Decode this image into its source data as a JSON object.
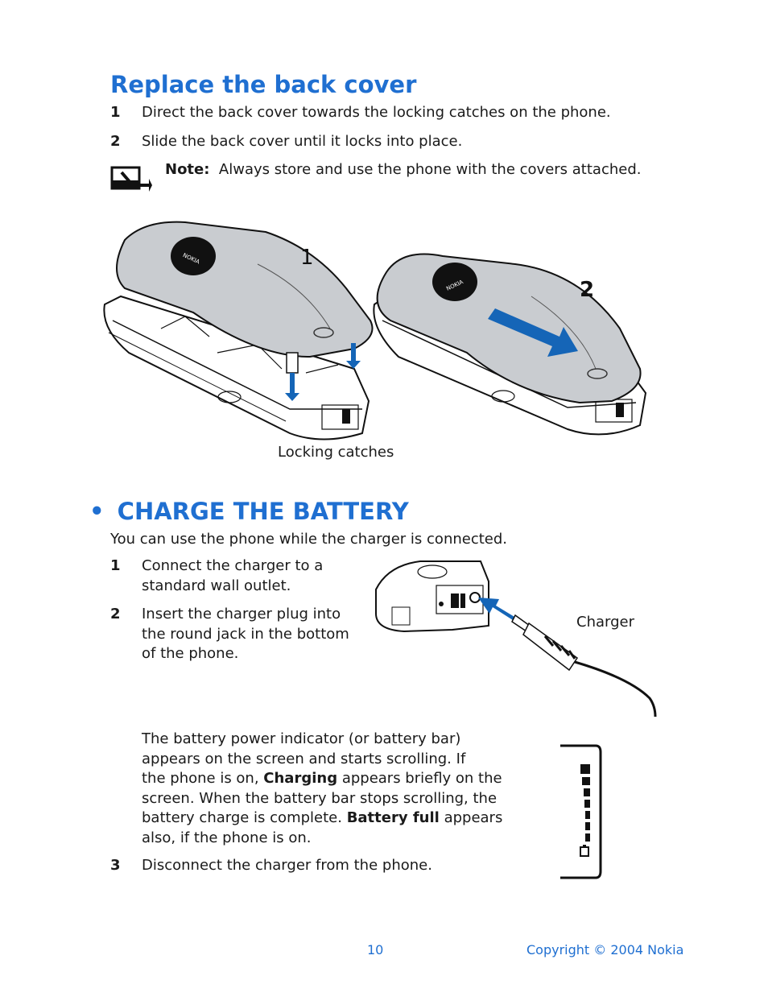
{
  "section1": {
    "title": "Replace the back cover",
    "steps": [
      {
        "num": "1",
        "text": "Direct the back cover towards the locking catches on the phone."
      },
      {
        "num": "2",
        "text": "Slide the back cover until it locks into place."
      }
    ],
    "note_label": "Note:",
    "note_text": "Always store and use the phone with the covers attached.",
    "figure": {
      "callout_1": "1",
      "callout_2": "2",
      "logo": "NOKIA",
      "caption": "Locking catches"
    }
  },
  "section2": {
    "bullet": "•",
    "title": "CHARGE THE BATTERY",
    "intro": "You can use the phone while the charger is connected.",
    "steps": [
      {
        "num": "1",
        "lines": [
          "Connect the charger to a",
          "standard wall outlet."
        ]
      },
      {
        "num": "2",
        "lines": [
          "Insert the charger plug into",
          "the round jack in the bottom",
          "of the phone."
        ]
      }
    ],
    "charger_label": "Charger",
    "para": {
      "l1": "The battery power indicator (or battery bar)",
      "l2": "appears on the screen and starts scrolling. If",
      "l3_a": "the phone is on, ",
      "l3_b": "Charging",
      "l3_c": " appears briefly on the",
      "l4": "screen. When the battery bar stops scrolling, the",
      "l5_a": "battery charge is complete. ",
      "l5_b": "Battery full",
      "l5_c": " appears",
      "l6": "also, if the phone is on."
    },
    "step3": {
      "num": "3",
      "text": "Disconnect the charger from the phone."
    }
  },
  "footer": {
    "page_number": "10",
    "copyright": "Copyright © 2004 Nokia"
  },
  "colors": {
    "heading": "#1f6fd1",
    "arrow": "#1565b7",
    "cover": "#c9ccd0"
  }
}
